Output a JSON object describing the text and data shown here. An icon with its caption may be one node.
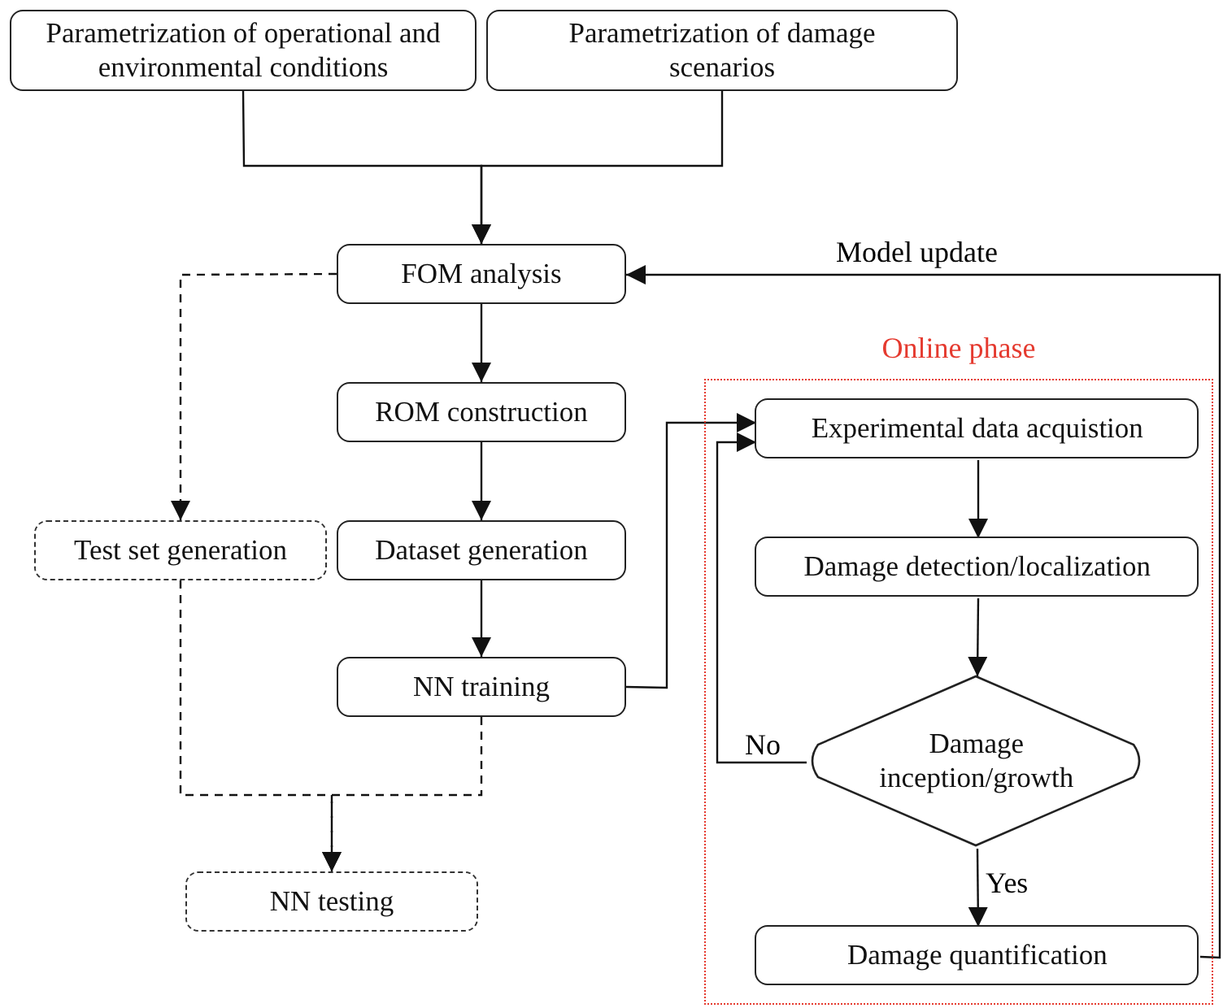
{
  "diagram": {
    "nodes": [
      {
        "text": [
          "Parametrization of operational and environmental conditions"
        ]
      },
      {
        "text": [
          "Parametrization of damage scenarios"
        ]
      },
      {
        "text": [
          "FOM analysis"
        ]
      },
      {
        "text": [
          "ROM construction"
        ]
      },
      {
        "text": [
          "Test set generation"
        ]
      },
      {
        "text": [
          "Dataset generation"
        ]
      },
      {
        "text": [
          "NN training"
        ]
      },
      {
        "text": [
          "NN testing"
        ]
      },
      {
        "text": [
          "Online phase"
        ]
      },
      {
        "text": [
          "Experimental data acquistion"
        ],
        "in": 8
      },
      {
        "text": [
          "Damage detection/localization"
        ],
        "in": 8
      },
      {
        "text": [
          "Damage inception/growth"
        ],
        "in": 8
      },
      {
        "text": [
          "Damage quantification"
        ],
        "in": 8
      }
    ],
    "edges": [
      {
        "from": 0,
        "to": 2,
        "arrow": "to"
      },
      {
        "from": 1,
        "to": 2,
        "arrow": "to"
      },
      {
        "from": 2,
        "to": 4,
        "arrow": "to",
        "style": "dashed"
      },
      {
        "from": 2,
        "to": 3,
        "arrow": "to"
      },
      {
        "from": 3,
        "to": 5,
        "arrow": "to"
      },
      {
        "from": 5,
        "to": 6,
        "arrow": "to"
      },
      {
        "from": 6,
        "to": 9,
        "arrow": "to"
      },
      {
        "from": 4,
        "to": 7,
        "arrow": "to",
        "style": "dashed"
      },
      {
        "from": 6,
        "to": 7,
        "arrow": "to",
        "style": "dashed"
      },
      {
        "from": 9,
        "to": 10,
        "arrow": "to"
      },
      {
        "from": 10,
        "to": 11,
        "arrow": "to"
      },
      {
        "from": 11,
        "to": 9,
        "arrow": "to",
        "label": "No"
      },
      {
        "from": 11,
        "to": 12,
        "arrow": "to",
        "label": "Yes"
      },
      {
        "from": 12,
        "to": 2,
        "arrow": "to",
        "label": "Model update"
      }
    ]
  }
}
